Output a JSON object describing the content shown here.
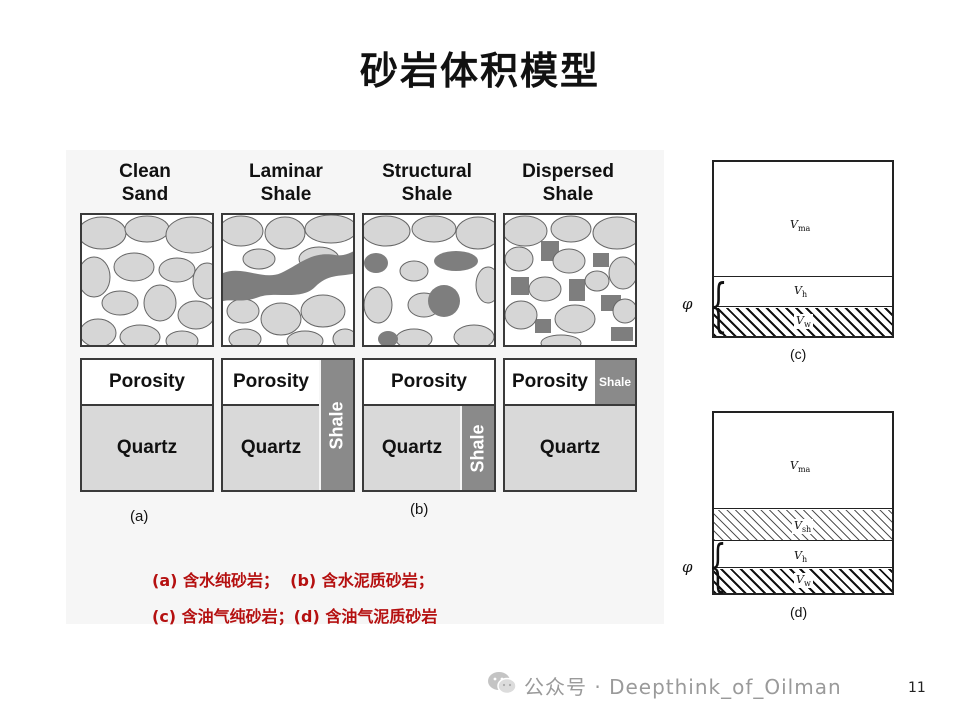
{
  "title": "砂岩体积模型",
  "columns": [
    {
      "title": "Clean\nSand",
      "porosity": "Porosity",
      "quartz": "Quartz",
      "shale": ""
    },
    {
      "title": "Laminar\nShale",
      "porosity": "Porosity",
      "quartz": "Quartz",
      "shale": "Shale"
    },
    {
      "title": "Structural\nShale",
      "porosity": "Porosity",
      "quartz": "Quartz",
      "shale": "Shale"
    },
    {
      "title": "Dispersed\nShale",
      "porosity": "Porosity",
      "quartz": "Quartz",
      "shale": "Shale"
    }
  ],
  "sublabels": {
    "a": "(a)",
    "b": "(b)"
  },
  "captions": {
    "line1": "(a) 含水纯砂岩；  (b) 含水泥质砂岩；",
    "line2": "(c) 含油气纯砂岩；(d) 含油气泥质砂岩"
  },
  "panel_c": {
    "label": "(c)",
    "phi": "φ",
    "v_ma": "V",
    "v_ma_sub": "ma",
    "v_h": "V",
    "v_h_sub": "h",
    "v_w": "V",
    "v_w_sub": "w"
  },
  "panel_d": {
    "label": "(d)",
    "phi": "φ",
    "v_ma": "V",
    "v_ma_sub": "ma",
    "v_sh": "V",
    "v_sh_sub": "sh",
    "v_h": "V",
    "v_h_sub": "h",
    "v_w": "V",
    "v_w_sub": "w"
  },
  "footer": {
    "text": "公众号 · Deepthink_of_Oilman",
    "icon": "wechat-icon"
  },
  "page_number": "11",
  "colors": {
    "caption_red": "#b51010",
    "shale_gray": "#8a8a8a",
    "quartz_gray": "#d9d9d9"
  }
}
